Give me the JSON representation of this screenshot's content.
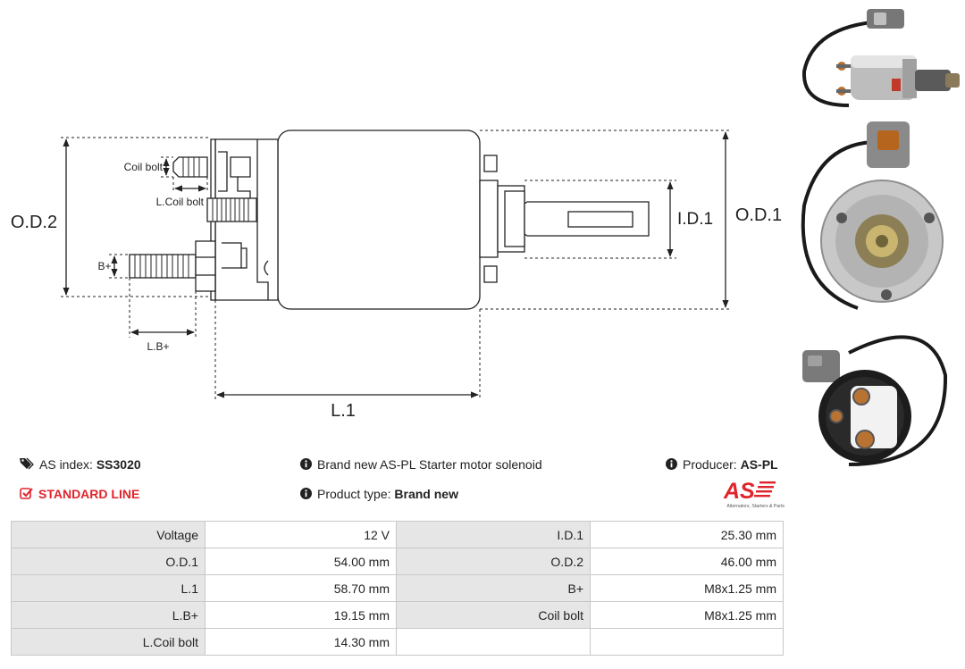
{
  "diagram": {
    "labels": {
      "coil_bolt": "Coil bolt",
      "l_coil_bolt": "L.Coil bolt",
      "od2": "O.D.2",
      "b_plus": "B+",
      "lb_plus": "L.B+",
      "l1": "L.1",
      "id1": "I.D.1",
      "od1": "O.D.1"
    }
  },
  "photos": [
    "solenoid-side-photo",
    "solenoid-front-photo",
    "solenoid-back-photo"
  ],
  "info": {
    "as_index_label": "AS index:",
    "as_index_value": "SS3020",
    "standard_line": "STANDARD LINE",
    "description": "Brand new AS-PL Starter motor solenoid",
    "product_type_label": "Product type:",
    "product_type_value": "Brand new",
    "producer_label": "Producer:",
    "producer_value": "AS-PL"
  },
  "logo": {
    "mark": "AS",
    "tagline": "Alternators, Starters & Parts"
  },
  "specs": {
    "rows": [
      {
        "l1": "Voltage",
        "v1": "12 V",
        "l2": "I.D.1",
        "v2": "25.30 mm"
      },
      {
        "l1": "O.D.1",
        "v1": "54.00 mm",
        "l2": "O.D.2",
        "v2": "46.00 mm"
      },
      {
        "l1": "L.1",
        "v1": "58.70 mm",
        "l2": "B+",
        "v2": "M8x1.25 mm"
      },
      {
        "l1": "L.B+",
        "v1": "19.15 mm",
        "l2": "Coil bolt",
        "v2": "M8x1.25 mm"
      },
      {
        "l1": "L.Coil bolt",
        "v1": "14.30 mm",
        "l2": "",
        "v2": ""
      }
    ]
  },
  "colors": {
    "accent": "#e0242b",
    "label_bg": "#e6e6e6",
    "border": "#c8c8c8"
  }
}
